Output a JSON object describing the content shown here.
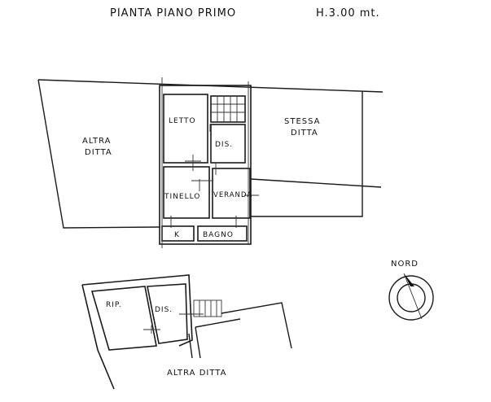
{
  "title": "PIANTA  PIANO  PRIMO",
  "height_note": "H.3.00 mt.",
  "upper_plan": {
    "neighbors": {
      "left": [
        "ALTRA",
        "DITTA"
      ],
      "right": [
        "STESSA",
        "DITTA"
      ]
    },
    "rooms": {
      "letto": "LETTO",
      "dis": "DIS.",
      "tinello": "TINELLO",
      "veranda": "VERANDA",
      "k": "K",
      "bagno": "BAGNO"
    }
  },
  "lower_plan": {
    "rooms": {
      "rip": "RIP.",
      "dis": "DIS."
    },
    "neighbor": "ALTRA DITTA"
  },
  "compass": {
    "label": "NORD"
  }
}
